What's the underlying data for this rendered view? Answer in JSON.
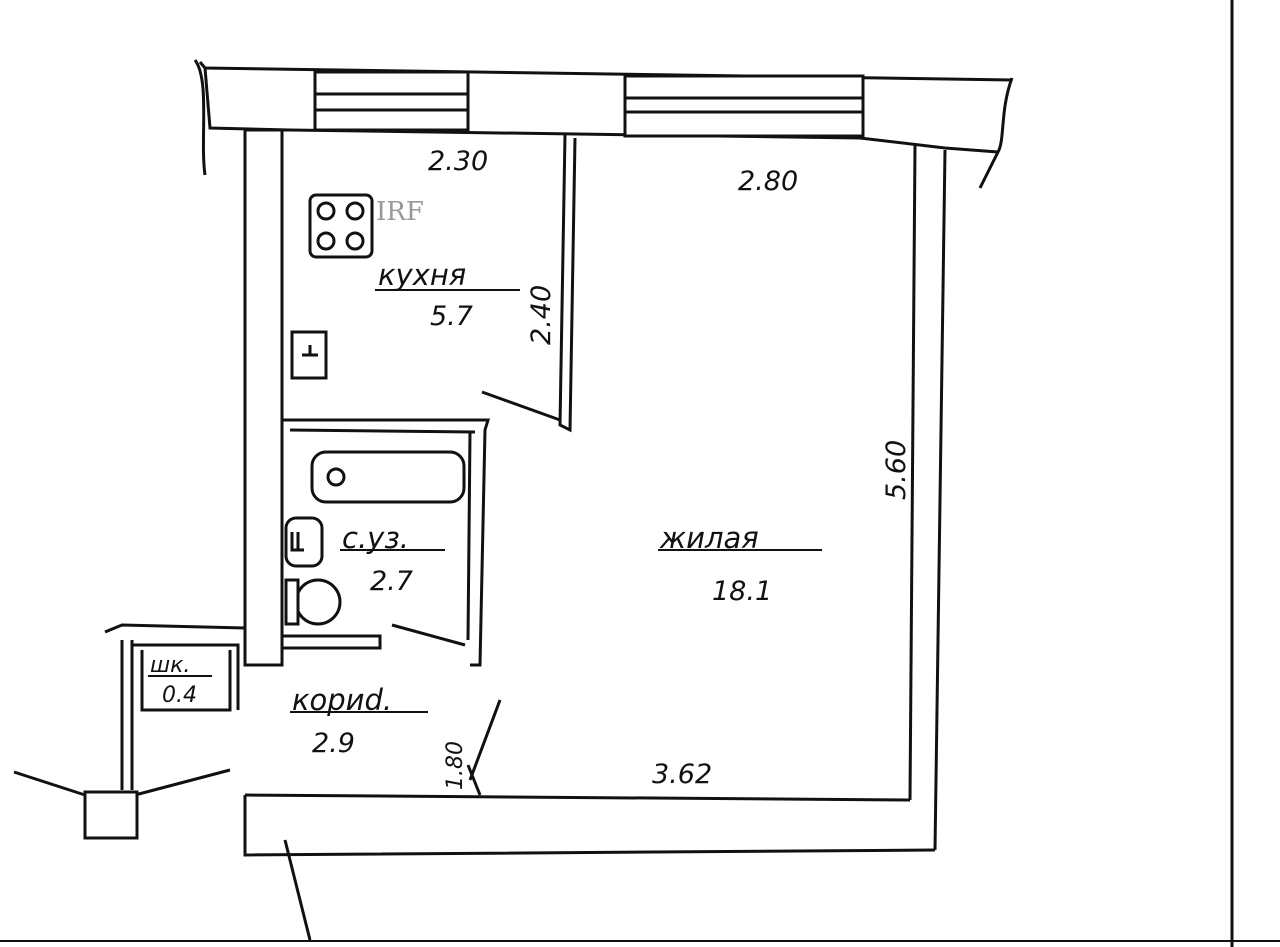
{
  "rooms": {
    "kitchen": {
      "label": "кухня",
      "area": "5.7"
    },
    "living": {
      "label": "жилая",
      "area": "18.1"
    },
    "bathroom": {
      "label": "с.уз.",
      "area": "2.7"
    },
    "corridor": {
      "label": "кориd.",
      "area": "2.9"
    },
    "closet": {
      "label": "шк.",
      "area": "0.4"
    }
  },
  "dimensions": {
    "kitchen_width": "2.30",
    "living_width_top": "2.80",
    "kitchen_height": "2.40",
    "living_height": "5.60",
    "living_width_bottom": "3.62",
    "door_width": "1.80"
  },
  "watermark": {
    "text": "IRF"
  },
  "colors": {
    "ink": "#111111",
    "paper": "#ffffff"
  }
}
